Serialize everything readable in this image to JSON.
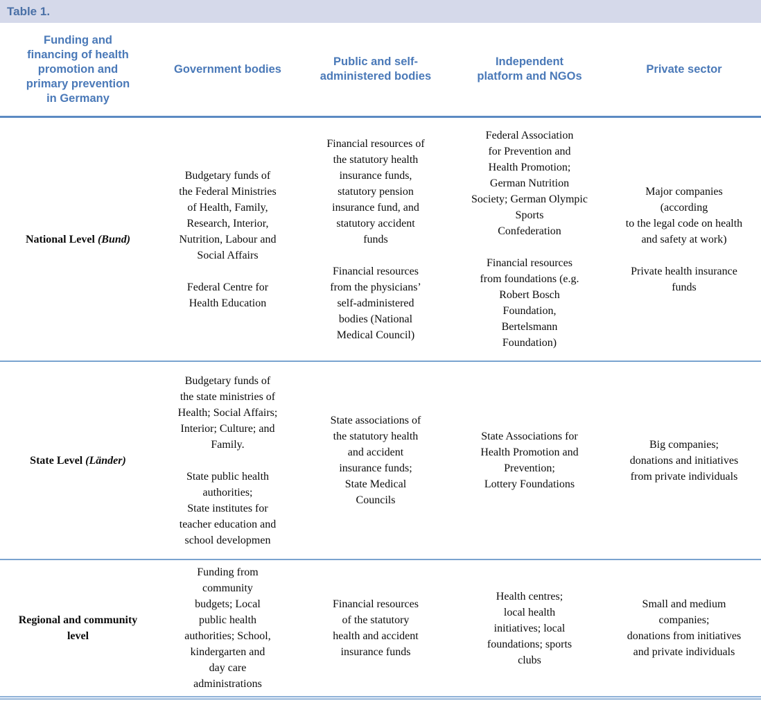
{
  "table_title": "Table 1.",
  "colors": {
    "title_bar_bg": "#d5d9ea",
    "title_text": "#4a70a6",
    "header_text": "#4a79b8",
    "header_rule": "#5b8ac2",
    "row_rule": "#79a3cf"
  },
  "header": {
    "corner": "Funding and\nfinancing of health\npromotion and\nprimary prevention\nin Germany",
    "columns": [
      "Government bodies",
      "Public and self-\nadministered bodies",
      "Independent\nplatform and NGOs",
      "Private sector"
    ]
  },
  "rows": [
    {
      "label": "National Level ",
      "label_italic": "(Bund)",
      "cells": [
        "Budgetary funds of\nthe Federal Ministries\nof Health, Family,\nResearch, Interior,\nNutrition, Labour and\nSocial Affairs\n\nFederal Centre for\nHealth Education",
        "Financial resources of\nthe statutory health\ninsurance funds,\nstatutory pension\ninsurance fund, and\nstatutory accident\nfunds\n\nFinancial resources\nfrom the physicians’\nself-administered\nbodies (National\nMedical Council)",
        "Federal Association\nfor Prevention and\nHealth Promotion;\nGerman Nutrition\nSociety; German Olympic\nSports\nConfederation\n\nFinancial resources\nfrom foundations (e.g.\nRobert Bosch\nFoundation,\nBertelsmann\nFoundation)",
        "Major companies\n(according\nto the legal code on health\nand safety at work)\n\nPrivate health insurance\nfunds"
      ]
    },
    {
      "label": "State Level ",
      "label_italic": "(Länder)",
      "cells": [
        "Budgetary funds of\nthe state ministries of\nHealth; Social Affairs;\nInterior; Culture; and\nFamily.\n\nState public health\nauthorities;\nState institutes for\nteacher education and\nschool developmen",
        "State associations of\nthe statutory health\nand accident\ninsurance funds;\nState Medical\nCouncils",
        "State Associations for\nHealth Promotion and\nPrevention;\nLottery Foundations",
        "Big companies;\ndonations and initiatives\nfrom private individuals"
      ]
    },
    {
      "label": "Regional and community\nlevel",
      "label_italic": "",
      "cells": [
        "Funding from\ncommunity\nbudgets; Local\npublic health\nauthorities; School,\nkindergarten and\nday care\nadministrations",
        "Financial resources\nof the statutory\nhealth and accident\ninsurance funds",
        "Health centres;\nlocal health\ninitiatives; local\nfoundations; sports\nclubs",
        "Small and medium\ncompanies;\ndonations from initiatives\nand private individuals"
      ]
    }
  ]
}
